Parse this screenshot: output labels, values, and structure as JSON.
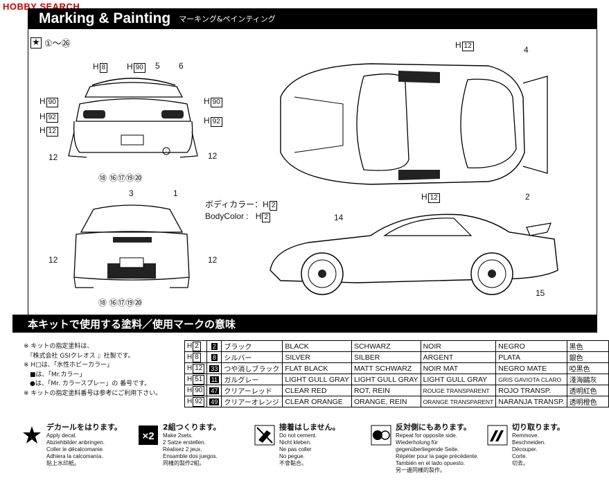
{
  "watermark": "HOBBY SEARCH",
  "header": {
    "title_en": "Marking & Painting",
    "title_jp": "マーキング&ペインティング"
  },
  "decal_range": {
    "star": "★",
    "range": "①～㉖"
  },
  "callouts": {
    "rear": {
      "h8": "8",
      "h90_top": "90",
      "n5": "5",
      "n6": "6",
      "h90_left": "90",
      "h92_left": "92",
      "h12_left": "12",
      "h90_right": "90",
      "h92_right": "92",
      "n12_left": "12",
      "n12_right": "12",
      "bottom": "⑱ ⑯⑰⑲⑳"
    },
    "front": {
      "n3": "3",
      "n1": "1",
      "n12_left": "12",
      "n12_right": "12",
      "bottom": "⑱ ⑯⑰⑲⑳"
    },
    "top": {
      "h12_top": "12",
      "n4": "4",
      "n2": "2",
      "h12_bottom": "12"
    },
    "side": {
      "n14": "14",
      "n15": "15"
    }
  },
  "h_prefix": "H",
  "body_color": {
    "line1_label": "ボディカラー：",
    "line2_label": "BodyColor :",
    "code": "2"
  },
  "section_title": "本キットで使用する塗料／使用マークの意味",
  "notes": [
    "※ キットの指定塗料は、",
    "　『株式会社 GSIクレオス 』社製です。",
    "※ H□は、「水性ホビーカラー」",
    "　■は、「Mr.カラー」",
    "　●は、「Mr. カラースプレー」の 番号です。",
    "※ キットの指定塗料番号は参考にご利用下さい。"
  ],
  "paint_table": [
    {
      "h": "2",
      "n": "2",
      "jp": "ブラック",
      "en": "BLACK",
      "de": "SCHWARZ",
      "fr": "NOIR",
      "es": "NEGRO",
      "cn": "黑色"
    },
    {
      "h": "8",
      "n": "8",
      "jp": "シルバー",
      "en": "SILVER",
      "de": "SILBER",
      "fr": "ARGENT",
      "es": "PLATA",
      "cn": "銀色"
    },
    {
      "h": "12",
      "n": "33",
      "jp": "つや消しブラック",
      "en": "FLAT BLACK",
      "de": "MATT SCHWARZ",
      "fr": "NOIR MAT",
      "es": "NEGRO MATE",
      "cn": "啞黑色"
    },
    {
      "h": "51",
      "n": "11",
      "jp": "ガルグレー",
      "en": "LIGHT GULL GRAY",
      "de": "LIGHT GULL GRAY",
      "fr": "LIGHT GULL GRAY",
      "es": "GRIS GAVIOTA CLARO",
      "cn": "淺海鷗灰"
    },
    {
      "h": "90",
      "n": "47",
      "jp": "クリアーレッド",
      "en": "CLEAR RED",
      "de": "ROT, REIN",
      "fr": "ROUGE TRANSPARENT",
      "es": "ROJO TRANSP.",
      "cn": "透明紅色"
    },
    {
      "h": "92",
      "n": "49",
      "jp": "クリアーオレンジ",
      "en": "CLEAR ORANGE",
      "de": "ORANGE, REIN",
      "fr": "ORANGE TRANSPARENT",
      "es": "NARANJA TRANSP.",
      "cn": "透明橙色"
    }
  ],
  "legend": [
    {
      "icon": "star-decal-icon",
      "jp": "デカールをはります。",
      "lines": [
        "Apply decal.",
        "Abziehbilder anbringen.",
        "Coller le décalcomanie.",
        "Adhiera la calcomanía.",
        "貼上水印紙。"
      ]
    },
    {
      "icon": "times-two-icon",
      "jp": "2組つくります。",
      "lines": [
        "Make 2sets.",
        "2 Satze erstellen.",
        "Réalisez 2 jeux.",
        "Ensamble dos juegos.",
        "同樣的製作2組。"
      ]
    },
    {
      "icon": "no-cement-icon",
      "jp": "接着はしません。",
      "lines": [
        "Do not cement.",
        "Nicht kleben.",
        "Ne pas coller",
        "No pegue.",
        "不會黏合。"
      ]
    },
    {
      "icon": "opposite-side-icon",
      "jp": "反対側にもあります。",
      "lines": [
        "Repeat for opposite side.",
        "Wiederholung für gegenüberliegende Seite.",
        "Répéter pour la page précédente.",
        "También en el lado opuesto.",
        "另一邊同樣的製作。"
      ]
    },
    {
      "icon": "cut-off-icon",
      "jp": "切り取ります。",
      "lines": [
        "Remmove.",
        "Beschneiden.",
        "Découper.",
        "Corte.",
        "切去。"
      ]
    }
  ]
}
